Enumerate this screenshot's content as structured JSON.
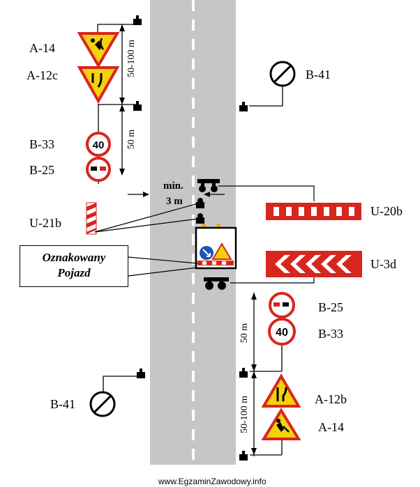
{
  "signs": {
    "a14_top": "A-14",
    "a12c": "A-12c",
    "b33_top": "B-33",
    "b25_top": "B-25",
    "u21b": "U-21b",
    "b41_top": "B-41",
    "u20b": "U-20b",
    "u3d": "U-3d",
    "b25_bottom": "B-25",
    "b33_bottom": "B-33",
    "a12b": "A-12b",
    "a14_bottom": "A-14",
    "b41_bottom": "B-41"
  },
  "speed_top": "40",
  "speed_bottom": "40",
  "dist_top_1": "50-100 m",
  "dist_top_2": "50 m",
  "dist_bottom_1": "50 m",
  "dist_bottom_2": "50-100 m",
  "min_gap_line1": "min.",
  "min_gap_line2": "3 m",
  "vehicle_line1": "Oznakowany",
  "vehicle_line2": "Pojazd",
  "footer": "www.EgzaminZawodowy.info",
  "colors": {
    "red": "#d7261e",
    "yellow": "#f5d20b",
    "road": "#c6c6c6"
  }
}
